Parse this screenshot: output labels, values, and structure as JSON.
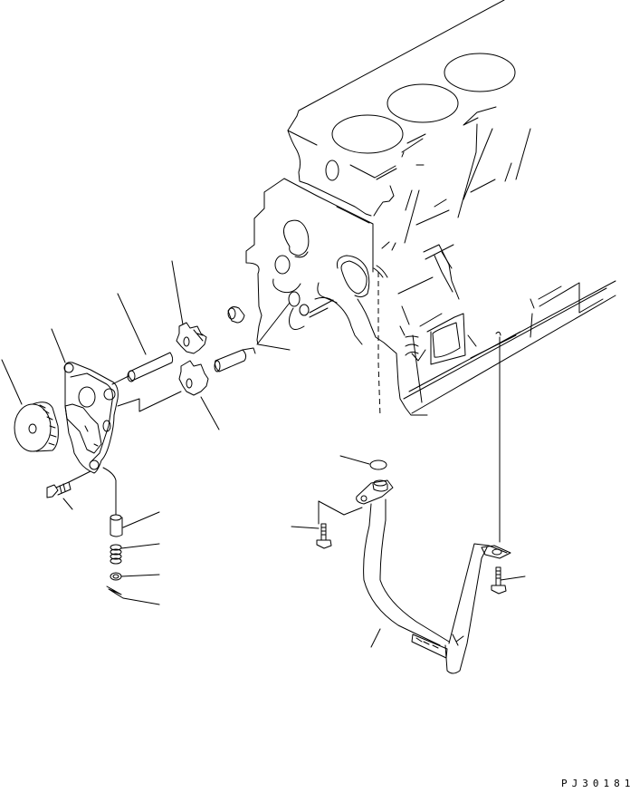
{
  "diagram": {
    "type": "exploded-parts-diagram",
    "subject": "engine oil pump and oil strainer assembly",
    "drawing_code": "PJ30181",
    "colors": {
      "line": "#000000",
      "background": "#ffffff"
    },
    "parts": [
      {
        "id": "cylinder-block",
        "name": "cylinder block"
      },
      {
        "id": "drive-gear",
        "name": "oil pump drive gear"
      },
      {
        "id": "pump-body",
        "name": "oil pump body"
      },
      {
        "id": "shaft",
        "name": "shaft"
      },
      {
        "id": "gear-upper",
        "name": "pump gear (upper)"
      },
      {
        "id": "gear-lower",
        "name": "pump gear (lower)"
      },
      {
        "id": "bushing",
        "name": "bushing"
      },
      {
        "id": "pin",
        "name": "pin"
      },
      {
        "id": "bolt-pump",
        "name": "bolt"
      },
      {
        "id": "relief-valve",
        "name": "relief valve"
      },
      {
        "id": "spring",
        "name": "spring"
      },
      {
        "id": "washer",
        "name": "washer"
      },
      {
        "id": "cotter-pin",
        "name": "cotter pin"
      },
      {
        "id": "o-ring",
        "name": "O-ring"
      },
      {
        "id": "bolt-strainer",
        "name": "bolt"
      },
      {
        "id": "strainer-tube",
        "name": "oil strainer tube"
      },
      {
        "id": "bracket-bolt",
        "name": "bolt"
      }
    ]
  }
}
